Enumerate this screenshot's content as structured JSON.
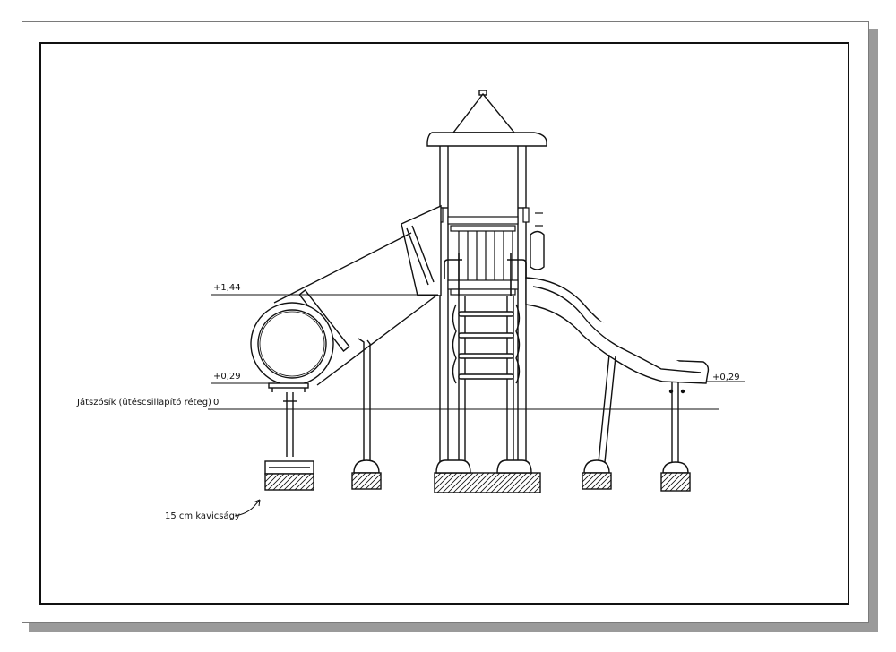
{
  "drawing": {
    "labels": {
      "level_top": "+1,44",
      "level_left": "+0,29",
      "level_right": "+0,29",
      "ground_text": "Játszósík (ütéscsillapító réteg)",
      "ground_value": "0",
      "gravel": "15 cm kavicságy"
    }
  }
}
